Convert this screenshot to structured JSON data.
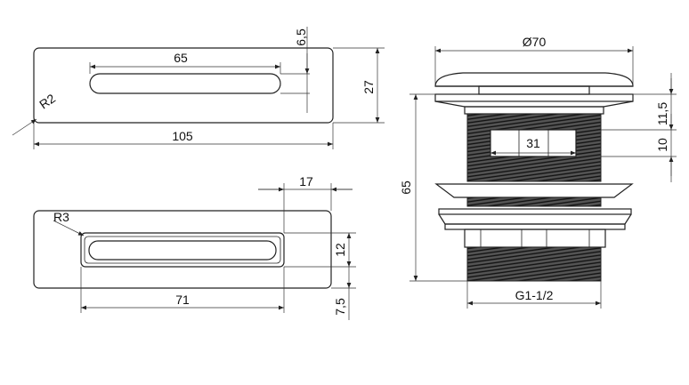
{
  "top_view": {
    "length": "105",
    "height": "27",
    "slot_length": "65",
    "slot_offset": "6,5",
    "corner_radius": "R2"
  },
  "bottom_view": {
    "slot_offset_right": "17",
    "corner_radius": "R3",
    "slot_height": "12",
    "slot_length": "71",
    "margin": "7,5"
  },
  "side_view": {
    "cap_diameter": "Ø70",
    "total_height": "65",
    "upper_offset": "11,5",
    "window_height": "10",
    "window_width": "31",
    "thread": "G1-1/2"
  },
  "colors": {
    "line": "#222222",
    "background": "#ffffff"
  }
}
